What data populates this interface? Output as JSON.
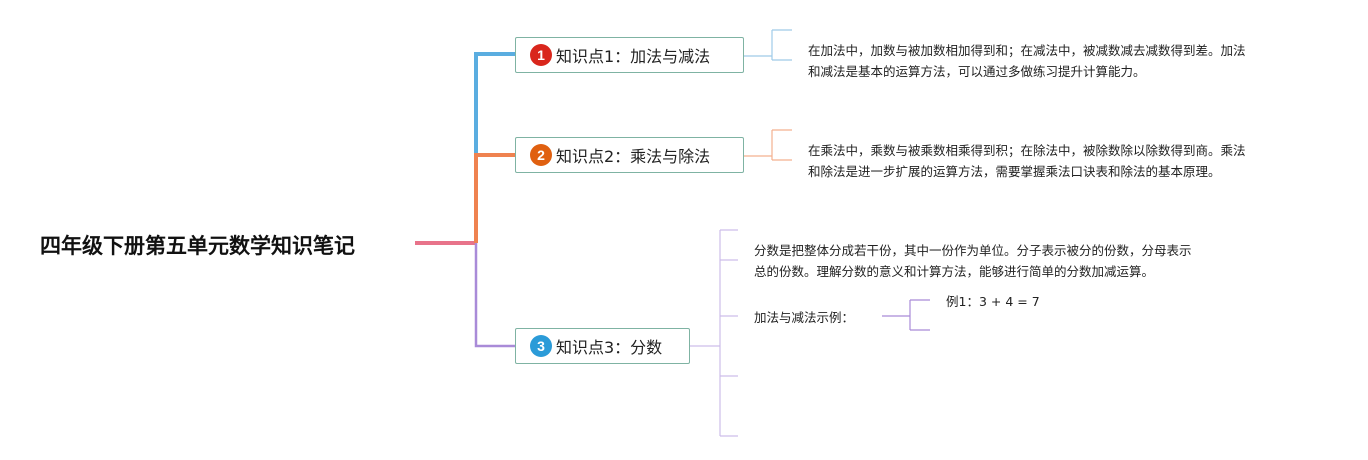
{
  "root": {
    "title": "四年级下册第五单元数学知识笔记"
  },
  "colors": {
    "branch1": "#5aade0",
    "branch2": "#ef8250",
    "branch3": "#a98bd8",
    "root_line": "#e8738a",
    "badge1": "#d9261c",
    "badge2": "#e06010",
    "badge3": "#2b9bd8"
  },
  "topics": [
    {
      "number": "1",
      "label": "知识点1：加法与减法",
      "note_line1": "在加法中，加数与被加数相加得到和；在减法中，被减数减去减数得到差。加法",
      "note_line2": "和减法是基本的运算方法，可以通过多做练习提升计算能力。"
    },
    {
      "number": "2",
      "label": "知识点2：乘法与除法",
      "note_line1": "在乘法中，乘数与被乘数相乘得到积；在除法中，被除数除以除数得到商。乘法",
      "note_line2": "和除法是进一步扩展的运算方法，需要掌握乘法口诀表和除法的基本原理。"
    },
    {
      "number": "3",
      "label": "知识点3：分数",
      "note_line1": "分数是把整体分成若干份，其中一份作为单位。分子表示被分的份数，分母表示",
      "note_line2": "总的份数。理解分数的意义和计算方法，能够进行简单的分数加减运算。",
      "example_label": "加法与减法示例：",
      "example_value": "例1：3 + 4 = 7"
    }
  ]
}
